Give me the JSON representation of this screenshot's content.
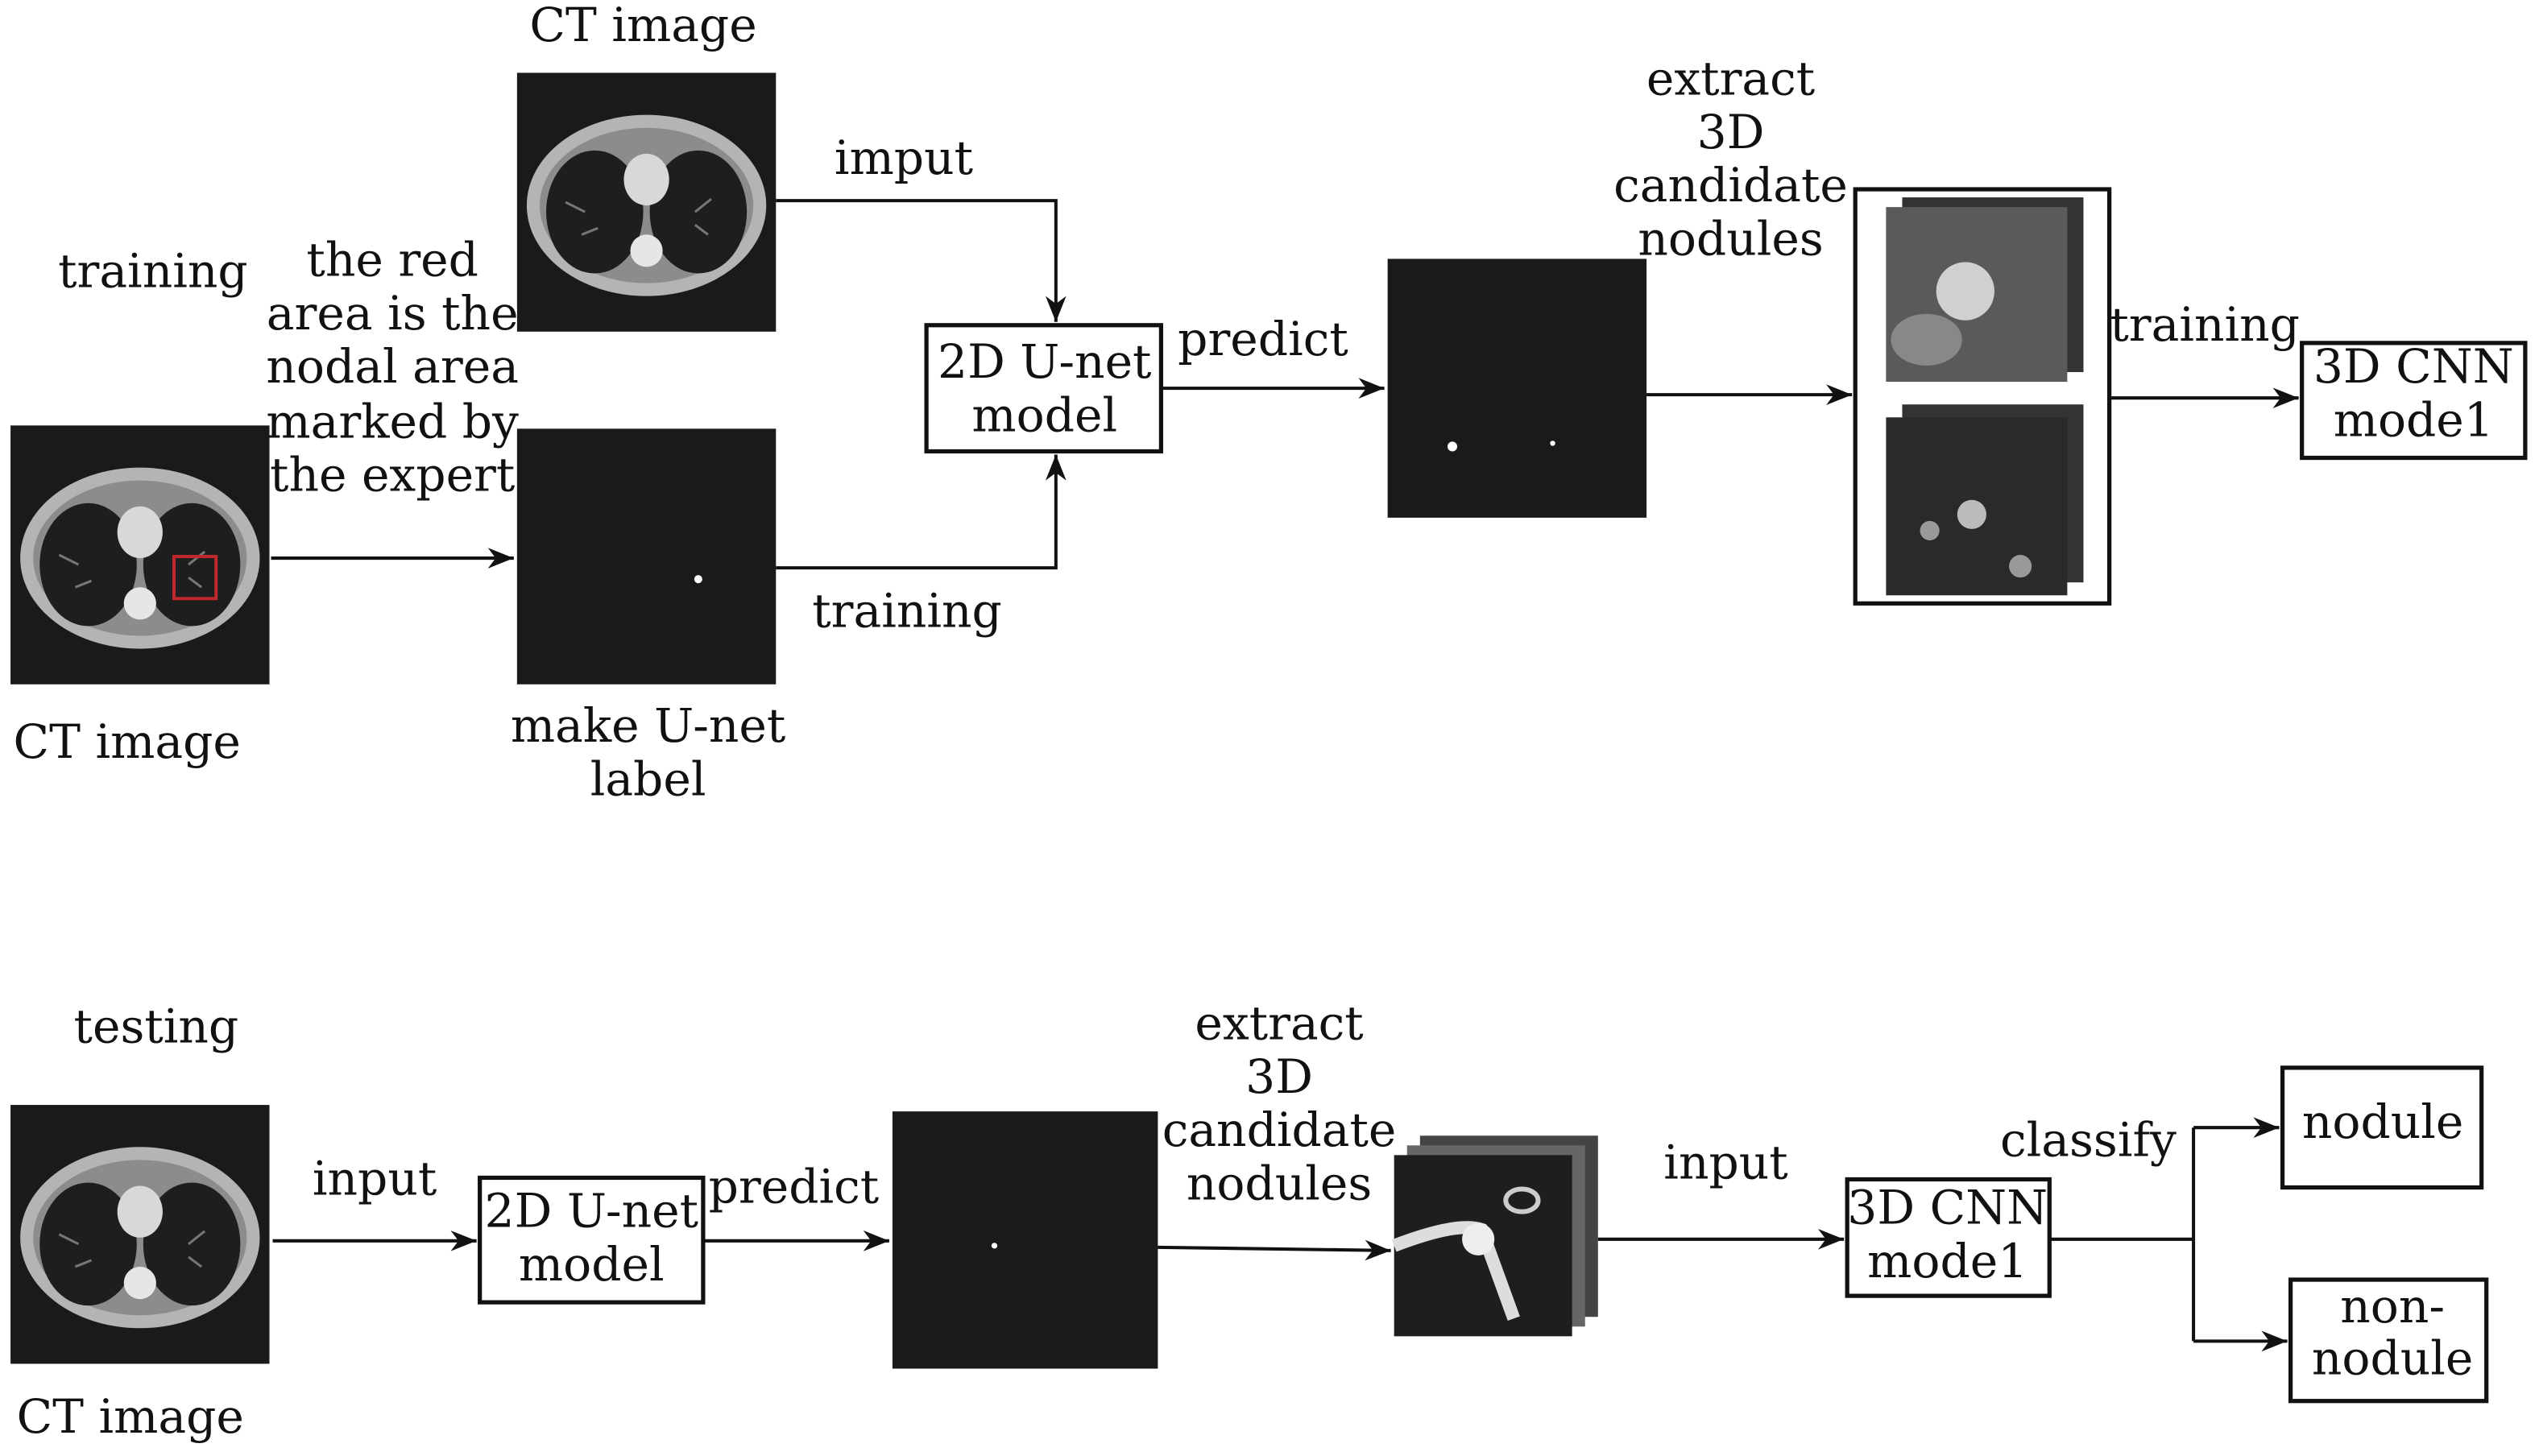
{
  "training_section": {
    "stage_label": "training",
    "ct_image_top_label": "CT image",
    "ct_image_left_label": "CT image",
    "annotation_note": [
      "the red",
      "area is the",
      "nodal area",
      "marked by",
      "the expert"
    ],
    "label_image_caption": [
      "make U-net",
      "label"
    ],
    "edge_input": "imput",
    "edge_training": "training",
    "unet_box": [
      "2D U-net",
      "model"
    ],
    "edge_predict": "predict",
    "extract_label": [
      "extract",
      "3D",
      "candidate",
      "nodules"
    ],
    "edge_training_cnn": "training",
    "cnn_box": [
      "3D CNN",
      "mode1"
    ]
  },
  "testing_section": {
    "stage_label": "testing",
    "ct_image_label": "CT image",
    "edge_input": "input",
    "unet_box": [
      "2D U-net",
      "model"
    ],
    "edge_predict": "predict",
    "extract_label": [
      "extract",
      "3D",
      "candidate",
      "nodules"
    ],
    "edge_input_cnn": "input",
    "cnn_box": [
      "3D CNN",
      "mode1"
    ],
    "edge_classify": "classify",
    "output_nodule": "nodule",
    "output_non_nodule": [
      "non-",
      "nodule"
    ]
  },
  "colors": {
    "marker": "#c0282d",
    "scan_bg": "#1a1a1a"
  }
}
